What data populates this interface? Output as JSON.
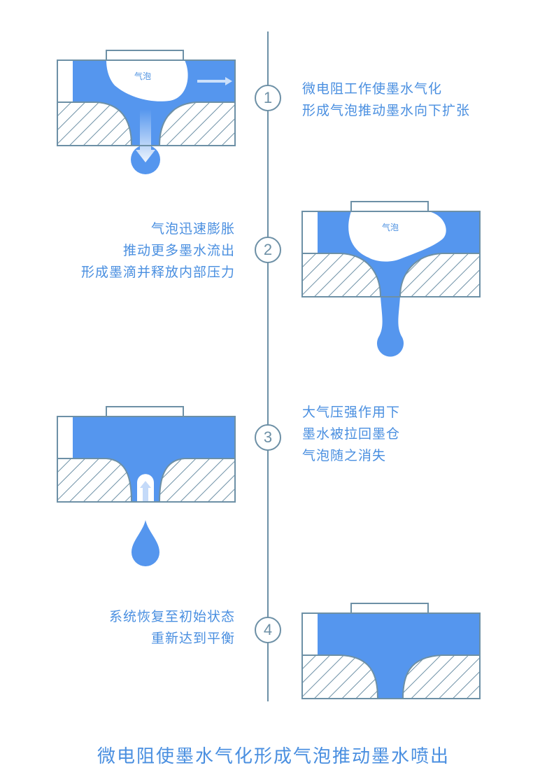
{
  "bubble_label": "气泡",
  "steps": [
    {
      "number": "1",
      "lines": [
        "微电阻工作使墨水气化",
        "形成气泡推动墨水向下扩张"
      ]
    },
    {
      "number": "2",
      "lines": [
        "气泡迅速膨胀",
        "推动更多墨水流出",
        "形成墨滴并释放内部压力"
      ]
    },
    {
      "number": "3",
      "lines": [
        "大气压强作用下",
        "墨水被拉回墨仓",
        "气泡随之消失"
      ]
    },
    {
      "number": "4",
      "lines": [
        "系统恢复至初始状态",
        "重新达到平衡"
      ]
    }
  ],
  "caption": "微电阻使墨水气化形成气泡推动墨水喷出",
  "colors": {
    "ink": "#5596ee",
    "outline": "#6d90a6",
    "text": "#4a8fe0"
  }
}
